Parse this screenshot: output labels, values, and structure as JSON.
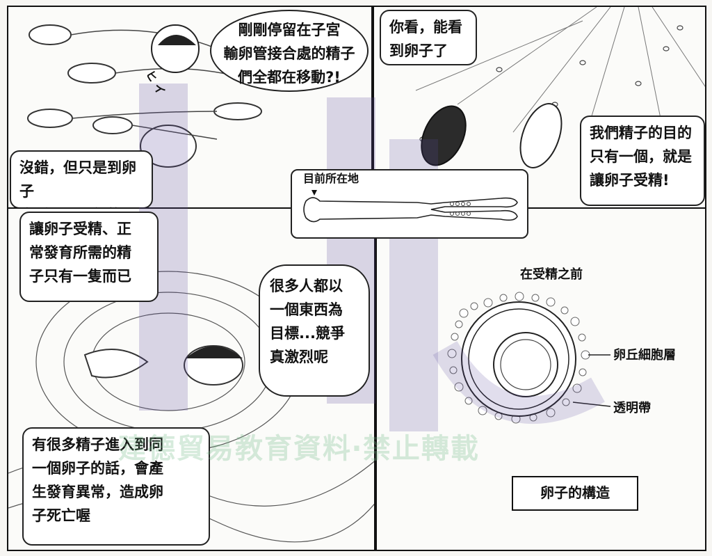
{
  "panel1": {
    "bubble_top": "剛剛停留在子宮\n輸卵管接合處的精子\n們全都在移動?!",
    "bubble_left": "沒錯，但只是到卵子\n附近可是不行的喔",
    "sfx": "ヒ イ"
  },
  "panel2": {
    "bubble_top": "你看，能看\n到卵子了",
    "bubble_right": "我們精子的目的\n只有一個，就是\n讓卵子受精!"
  },
  "panel3": {
    "bubble_top": "讓卵子受精、正\n常發育所需的精\n子只有一隻而已",
    "bubble_right": "很多人都以\n一個東西為\n目標...競爭\n真激烈呢",
    "bubble_bottom": "有很多精子進入到同\n一個卵子的話，會產\n生發育異常，造成卵\n子死亡喔"
  },
  "panel4": {
    "heading": "在受精之前",
    "label_outer": "卵丘細胞層",
    "label_inner": "透明帶",
    "caption": "卵子的構造"
  },
  "minimap": {
    "label": "目前所在地"
  },
  "watermark": "建德貿易教育資料‧禁止轉載",
  "colors": {
    "watermark_green": "#7fbf8c",
    "watermark_purple": "#5a4a9a"
  }
}
